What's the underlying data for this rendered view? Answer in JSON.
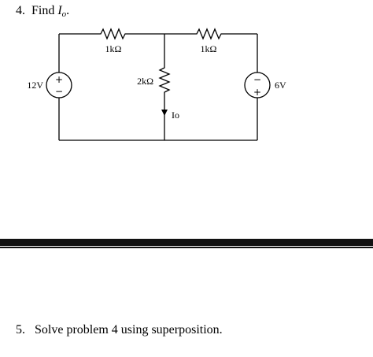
{
  "problem4": {
    "number": "4.",
    "text": "Find",
    "variable": "I",
    "subscript": "o",
    "end": "."
  },
  "circuit": {
    "labels": {
      "r1": "1kΩ",
      "r2": "1kΩ",
      "r3": "2kΩ",
      "v_left": "12V",
      "v_right": "6V",
      "current": "Io",
      "plus": "+",
      "minus": "−"
    }
  },
  "problem5": {
    "number": "5.",
    "text": "Solve problem 4 using superposition."
  },
  "colors": {
    "ink": "#000000",
    "divider": "#111111"
  }
}
